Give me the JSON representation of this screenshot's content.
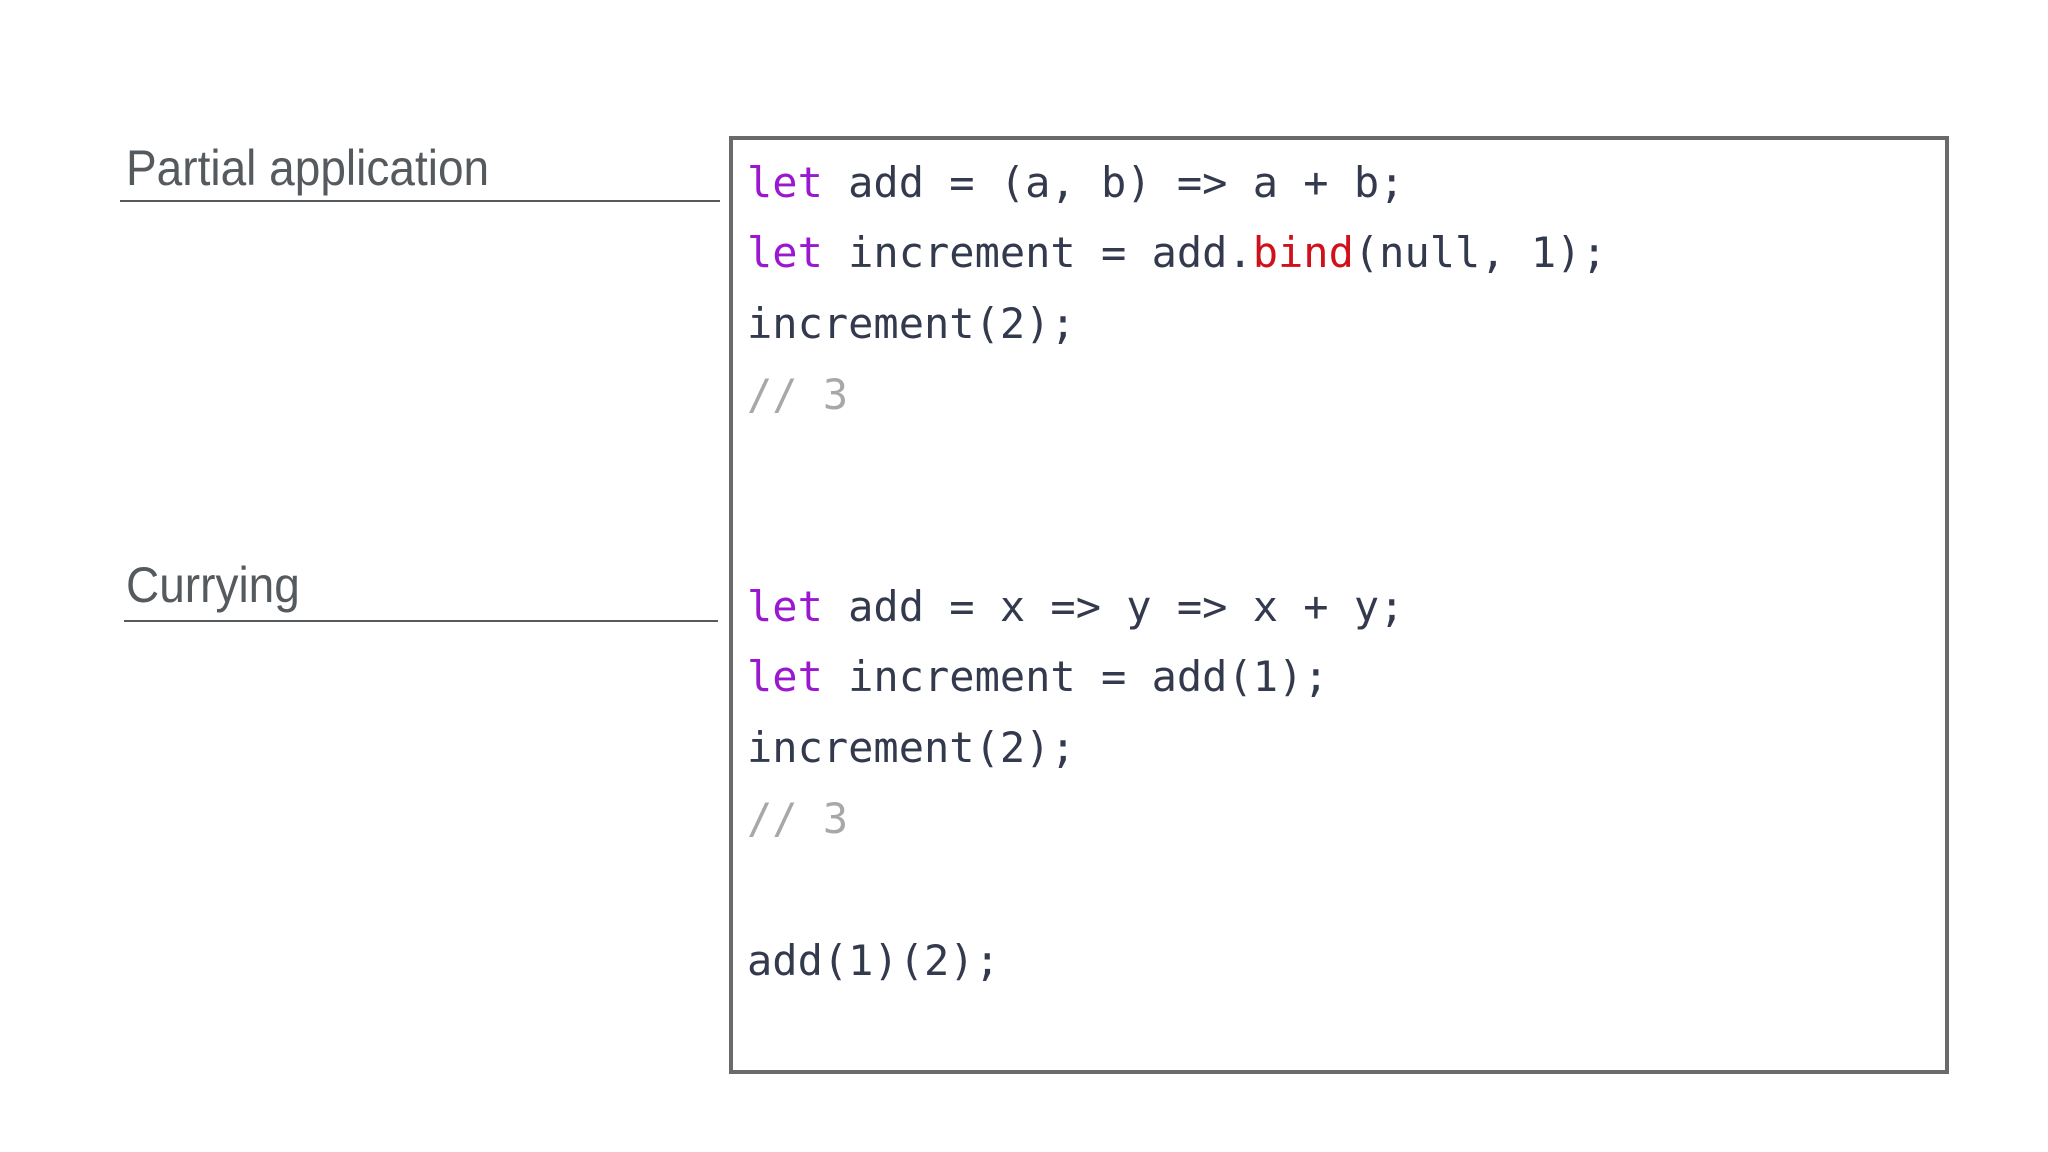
{
  "labels": {
    "partial": "Partial application",
    "currying": "Currying"
  },
  "code": {
    "partial": {
      "line1": {
        "kw": "let",
        "rest": " add = (a, b) => a + b;"
      },
      "line2": {
        "kw": "let",
        "pre": " increment = add.",
        "fn": "bind",
        "post": "(null, 1);"
      },
      "line3": "increment(2);",
      "line4": "// 3"
    },
    "currying": {
      "line1": {
        "kw": "let",
        "rest": " add = x => y => x + y;"
      },
      "line2": {
        "kw": "let",
        "rest": " increment = add(1);"
      },
      "line3": "increment(2);",
      "line4": "// 3",
      "line5": "add(1)(2);"
    }
  },
  "colors": {
    "keyword": "#9a18cf",
    "method_highlight": "#d0101a",
    "comment": "#a8a8a8",
    "text": "#343a4e",
    "label": "#555a5f",
    "box_border": "#6a6a6a"
  }
}
